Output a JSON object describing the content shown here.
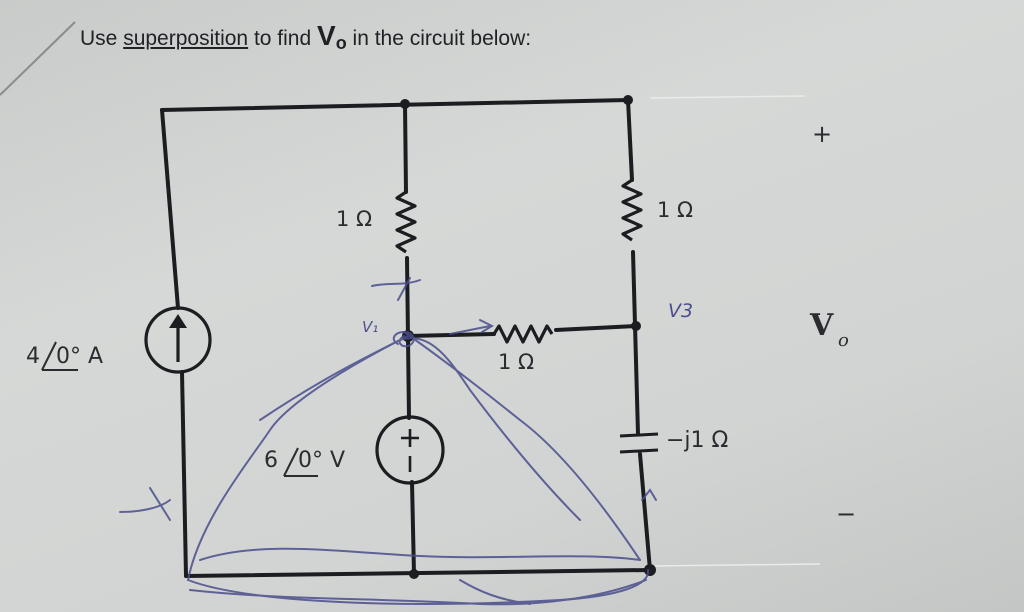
{
  "prompt": {
    "lead": "Use ",
    "superposition": "superposition",
    "mid": " to find ",
    "v": "V",
    "o": "o",
    "tail": " in the circuit below:"
  },
  "components": {
    "r_left": "1 Ω",
    "r_right": "1 Ω",
    "r_middle": "1 Ω",
    "current_source_value": "4",
    "current_source_unit": "0° A",
    "voltage_source_value": "6",
    "voltage_source_unit": "0° V",
    "capacitor": "−j1 Ω"
  },
  "output": {
    "plus": "+",
    "v": "V",
    "o": "o",
    "minus": "−"
  },
  "handwriting": {
    "node_v1": "V₁",
    "node_v3": "V3"
  },
  "colors": {
    "wire": "#1c1d20",
    "pen": "#4a4d8c",
    "paper": "#d4d6d5"
  }
}
